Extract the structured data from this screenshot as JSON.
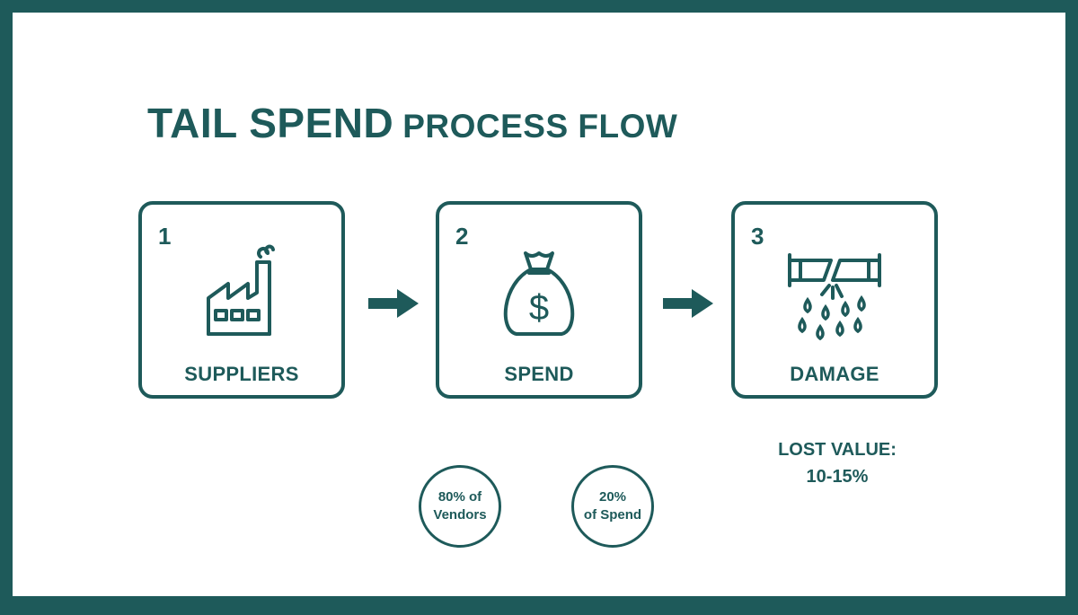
{
  "title": {
    "main": "TAIL SPEND",
    "sub": "PROCESS FLOW"
  },
  "steps": [
    {
      "number": "1",
      "label": "SUPPLIERS",
      "icon": "factory-icon"
    },
    {
      "number": "2",
      "label": "SPEND",
      "icon": "money-bag-icon"
    },
    {
      "number": "3",
      "label": "DAMAGE",
      "icon": "leaking-pipe-icon"
    }
  ],
  "stats": [
    {
      "line1": "80% of",
      "line2": "Vendors"
    },
    {
      "line1": "20%",
      "line2": "of Spend"
    }
  ],
  "lost_value": {
    "label": "LOST VALUE:",
    "value": "10-15%"
  },
  "colors": {
    "accent": "#1e5a5a",
    "background": "#ffffff"
  }
}
